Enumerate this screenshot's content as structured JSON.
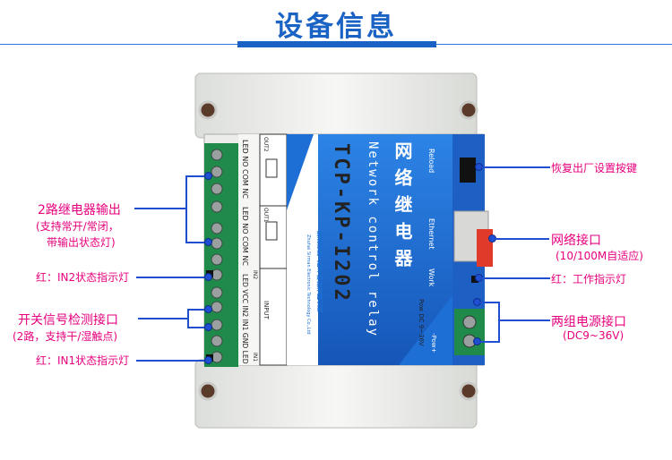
{
  "title": "设备信息",
  "board": {
    "chinese_name": "网络继电器",
    "english_name": "Network control relay",
    "model": "TCP-KP-I202",
    "company_cn": "珠海市思人电子科技有限公司",
    "company_en": "Zhuhai Sirman Electronic Technology Co.,Ltd",
    "reload": "Reload",
    "ethernet": "Ethernet",
    "work": "Work",
    "pow_dc": "Pow DC 9~36V",
    "pow_polarity": "-Pow+",
    "out2": "OUT2",
    "out1": "OUT1",
    "input": "INPUT",
    "in2": "IN2",
    "in1": "IN1",
    "terminal_out2": "LED NO COM NC",
    "terminal_out1": "LED NO COM NC",
    "terminal_input": "LED VCC IN2 IN1 GND LED"
  },
  "callouts_left": {
    "relay_output_line1": "2路继电器输出",
    "relay_output_line2": "(支持常开/常闭，",
    "relay_output_line3": "带输出状态灯)",
    "in2_led": "红：IN2状态指示灯",
    "switch_input_line1": "开关信号检测接口",
    "switch_input_line2": "(2路，支持干/湿触点)",
    "in1_led": "红：IN1状态指示灯"
  },
  "callouts_right": {
    "reset_button": "恢复出厂设置按键",
    "network_line1": "网络接口",
    "network_line2": "(10/100M自适应)",
    "work_led": "红：工作指示灯",
    "power_line1": "两组电源接口",
    "power_line2": "(DC9~36V)"
  },
  "colors": {
    "title": "#1a63c4",
    "callout_text": "#e6007e",
    "leader_line": "#1f4fd0",
    "panel_blue": "#1d6fd6",
    "enclosure": "#f2f3f1",
    "terminal_green": "#1f8a4a"
  }
}
